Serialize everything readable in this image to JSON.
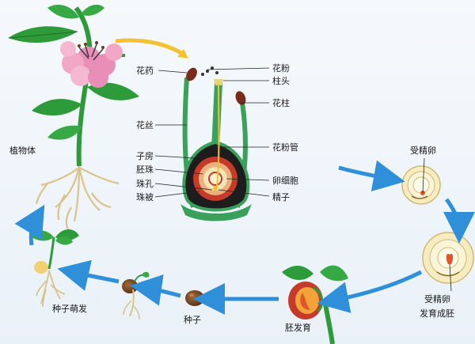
{
  "labels": {
    "plant_body": "植物体",
    "anther": "花药",
    "filament": "花丝",
    "ovary": "子房",
    "ovule": "胚珠",
    "micropyle": "珠孔",
    "integument": "珠被",
    "pollen": "花粉",
    "stigma": "柱头",
    "style": "花柱",
    "pollen_tube": "花粉管",
    "egg_cell": "卵细胞",
    "sperm": "精子",
    "fertilized_egg": "受精卵",
    "embryo_line1": "受精卵",
    "embryo_line2": "发育成胚",
    "embryo_development": "胚发育",
    "seed": "种子",
    "seed_germination": "种子萌发"
  },
  "colors": {
    "arrow_blue": "#2f8fd8",
    "arrow_yellow": "#f2c230",
    "leaf_green": "#2e9b3a",
    "flower_pink": "#e98fb7",
    "root_tan": "#d8c48c",
    "ovary_red": "#c63a2a",
    "pistil_green": "#3aa05a"
  }
}
